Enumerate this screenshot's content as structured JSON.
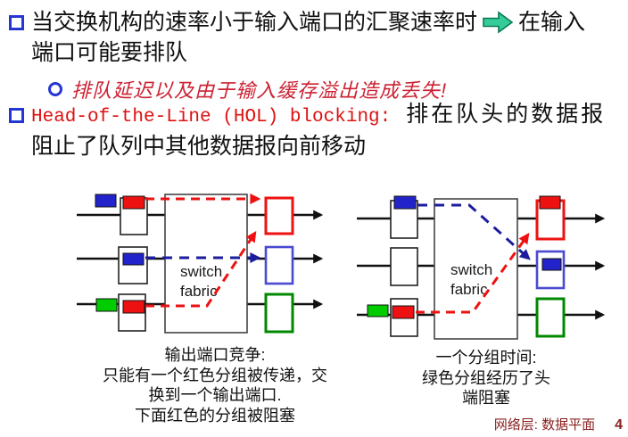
{
  "bullets": {
    "b1_line1_pre": "当交换机构的速率小于输入端口的汇聚速率时",
    "b1_line1_post": "在输入",
    "b1_line2": "端口可能要排队",
    "sub": "排队延迟以及由于输入缓存溢出造成丢失!",
    "b2_en": "Head-of-the-Line (HOL) blocking:",
    "b2_zh1": "排在队头的数据报",
    "b2_zh2": "阻止了队列中其他数据报向前移动"
  },
  "diagrams": {
    "fabric_label": {
      "line1": "switch",
      "line2": "fabric"
    },
    "left_caption": [
      "输出端口竞争:",
      "只能有一个红色分组被传递，交",
      "换到一个输出端口.",
      "下面红色的分组被阻塞"
    ],
    "right_caption": [
      "一个分组时间:",
      "绿色分组经历了头",
      "端阻塞"
    ]
  },
  "footer": {
    "title": "网络层: 数据平面",
    "page": "4"
  },
  "icons": {
    "bullet_marker": "hollow-blue-square",
    "sub_bullet_marker": "hollow-blue-circle",
    "inline_arrow": "green-block-right-arrow"
  },
  "colors": {
    "packet_red": "#ee1111",
    "packet_blue": "#2323cc",
    "packet_green": "#00cc00",
    "outport_red": "#ee1111",
    "outport_blue": "#4a4ad0",
    "outport_green": "#008800",
    "dashed_red": "#ee1111",
    "dashed_blue": "#1c1c9e",
    "sub_text_red": "#cc2233",
    "hol_text_red": "#dd1111",
    "bullet_blue": "#2636d4",
    "green_arrow_fill": "#35cc99",
    "footer_maroon": "#8b2020"
  }
}
